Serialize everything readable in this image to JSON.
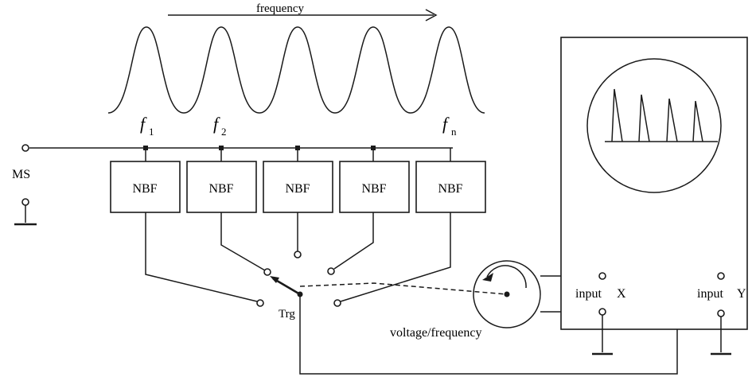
{
  "diagram": {
    "frequency_label": "frequency",
    "tap_labels": {
      "f1_main": "f",
      "f1_sub": "1",
      "f2_main": "f",
      "f2_sub": "2",
      "fn_main": "f",
      "fn_sub": "n"
    },
    "source_label": "MS",
    "filter_label": "NBF",
    "filter_count": 5,
    "trigger_label": "Trg",
    "converter_label": "voltage/frequency",
    "input_x_label": "input",
    "input_x_axis": "X",
    "input_y_label": "input",
    "input_y_axis": "Y",
    "peak_count": 5,
    "screen_spike_count": 4
  }
}
